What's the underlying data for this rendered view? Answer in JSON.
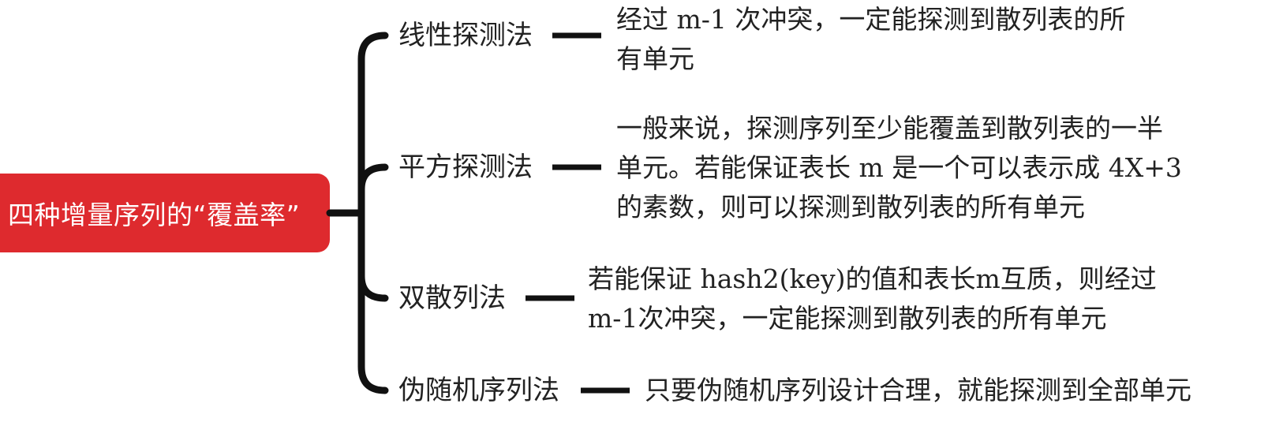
{
  "colors": {
    "root_fill": "#de2a2e",
    "line": "#111111",
    "text": "#222222"
  },
  "root": {
    "label": "四种增量序列的“覆盖率”"
  },
  "branches": [
    {
      "label": "线性探测法",
      "description": "经过 m-1 次冲突，一定能探测到散列表的所\n有单元"
    },
    {
      "label": "平方探测法",
      "description": "一般来说，探测序列至少能覆盖到散列表的一半\n单元。若能保证表长 m 是一个可以表示成 4X+3\n的素数，则可以探测到散列表的所有单元"
    },
    {
      "label": "双散列法",
      "description": "若能保证 hash2(key)的值和表长m互质，则经过\nm-1次冲突，一定能探测到散列表的所有单元"
    },
    {
      "label": "伪随机序列法",
      "description": "只要伪随机序列设计合理，就能探测到全部单元"
    }
  ]
}
